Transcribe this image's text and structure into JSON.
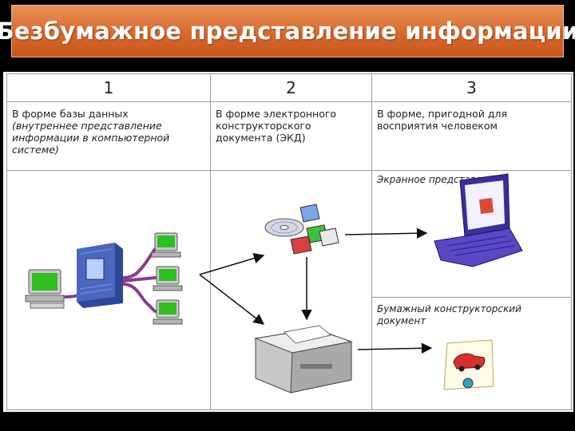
{
  "title": "Безбумажное представление информации",
  "columns": [
    {
      "number": "1",
      "text": "В форме базы данных",
      "subtext": "(внутреннее представление информации в компьютерной системе)"
    },
    {
      "number": "2",
      "text": "В форме электронного конструкторского документа (ЭКД)",
      "subtext": ""
    },
    {
      "number": "3",
      "text": "В форме, пригодной для восприятия человеком",
      "subtext": ""
    }
  ],
  "outputs": {
    "screen": "Экранное представление",
    "paper": "Бумажный конструкторский документ"
  },
  "colors": {
    "title_bg": "#d9692c",
    "monitor_screen": "#2fbf1f",
    "server": "#3a55a8",
    "cable": "#8a3b8e",
    "laptop": "#5a47c6"
  },
  "icons": [
    "server-icon",
    "workstation-icon",
    "cd-disk-icon",
    "floppy-icon",
    "printer-icon",
    "laptop-icon",
    "paper-drawing-icon"
  ]
}
